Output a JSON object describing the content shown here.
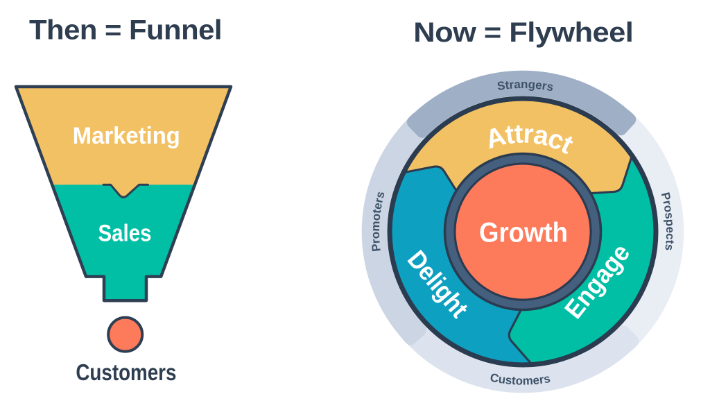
{
  "colors": {
    "title_text": "#2e3e50",
    "outline_navy": "#2e3f53",
    "flywheel_outline": "#2b3b50",
    "yellow": "#f2c164",
    "teal_green": "#00bfa4",
    "blue": "#0ea0c0",
    "orange": "#fd7a5b",
    "slate_ring": "#45607e",
    "ring_dark": "#9fb0c6",
    "ring_medium": "#ccd5e3",
    "ring_light": "#dde3ee",
    "ring_lightest": "#e9edf4",
    "ring_label_text": "#3d5269",
    "white": "#ffffff"
  },
  "funnel_diagram": {
    "title": "Then = Funnel",
    "stages": [
      {
        "label": "Marketing"
      },
      {
        "label": "Sales"
      }
    ],
    "outcome_label": "Customers"
  },
  "flywheel_diagram": {
    "title": "Now = Flywheel",
    "center_label": "Growth",
    "segments": [
      {
        "label": "Attract"
      },
      {
        "label": "Engage"
      },
      {
        "label": "Delight"
      }
    ],
    "ring_labels": [
      {
        "label": "Strangers"
      },
      {
        "label": "Prospects"
      },
      {
        "label": "Customers"
      },
      {
        "label": "Promoters"
      }
    ]
  }
}
